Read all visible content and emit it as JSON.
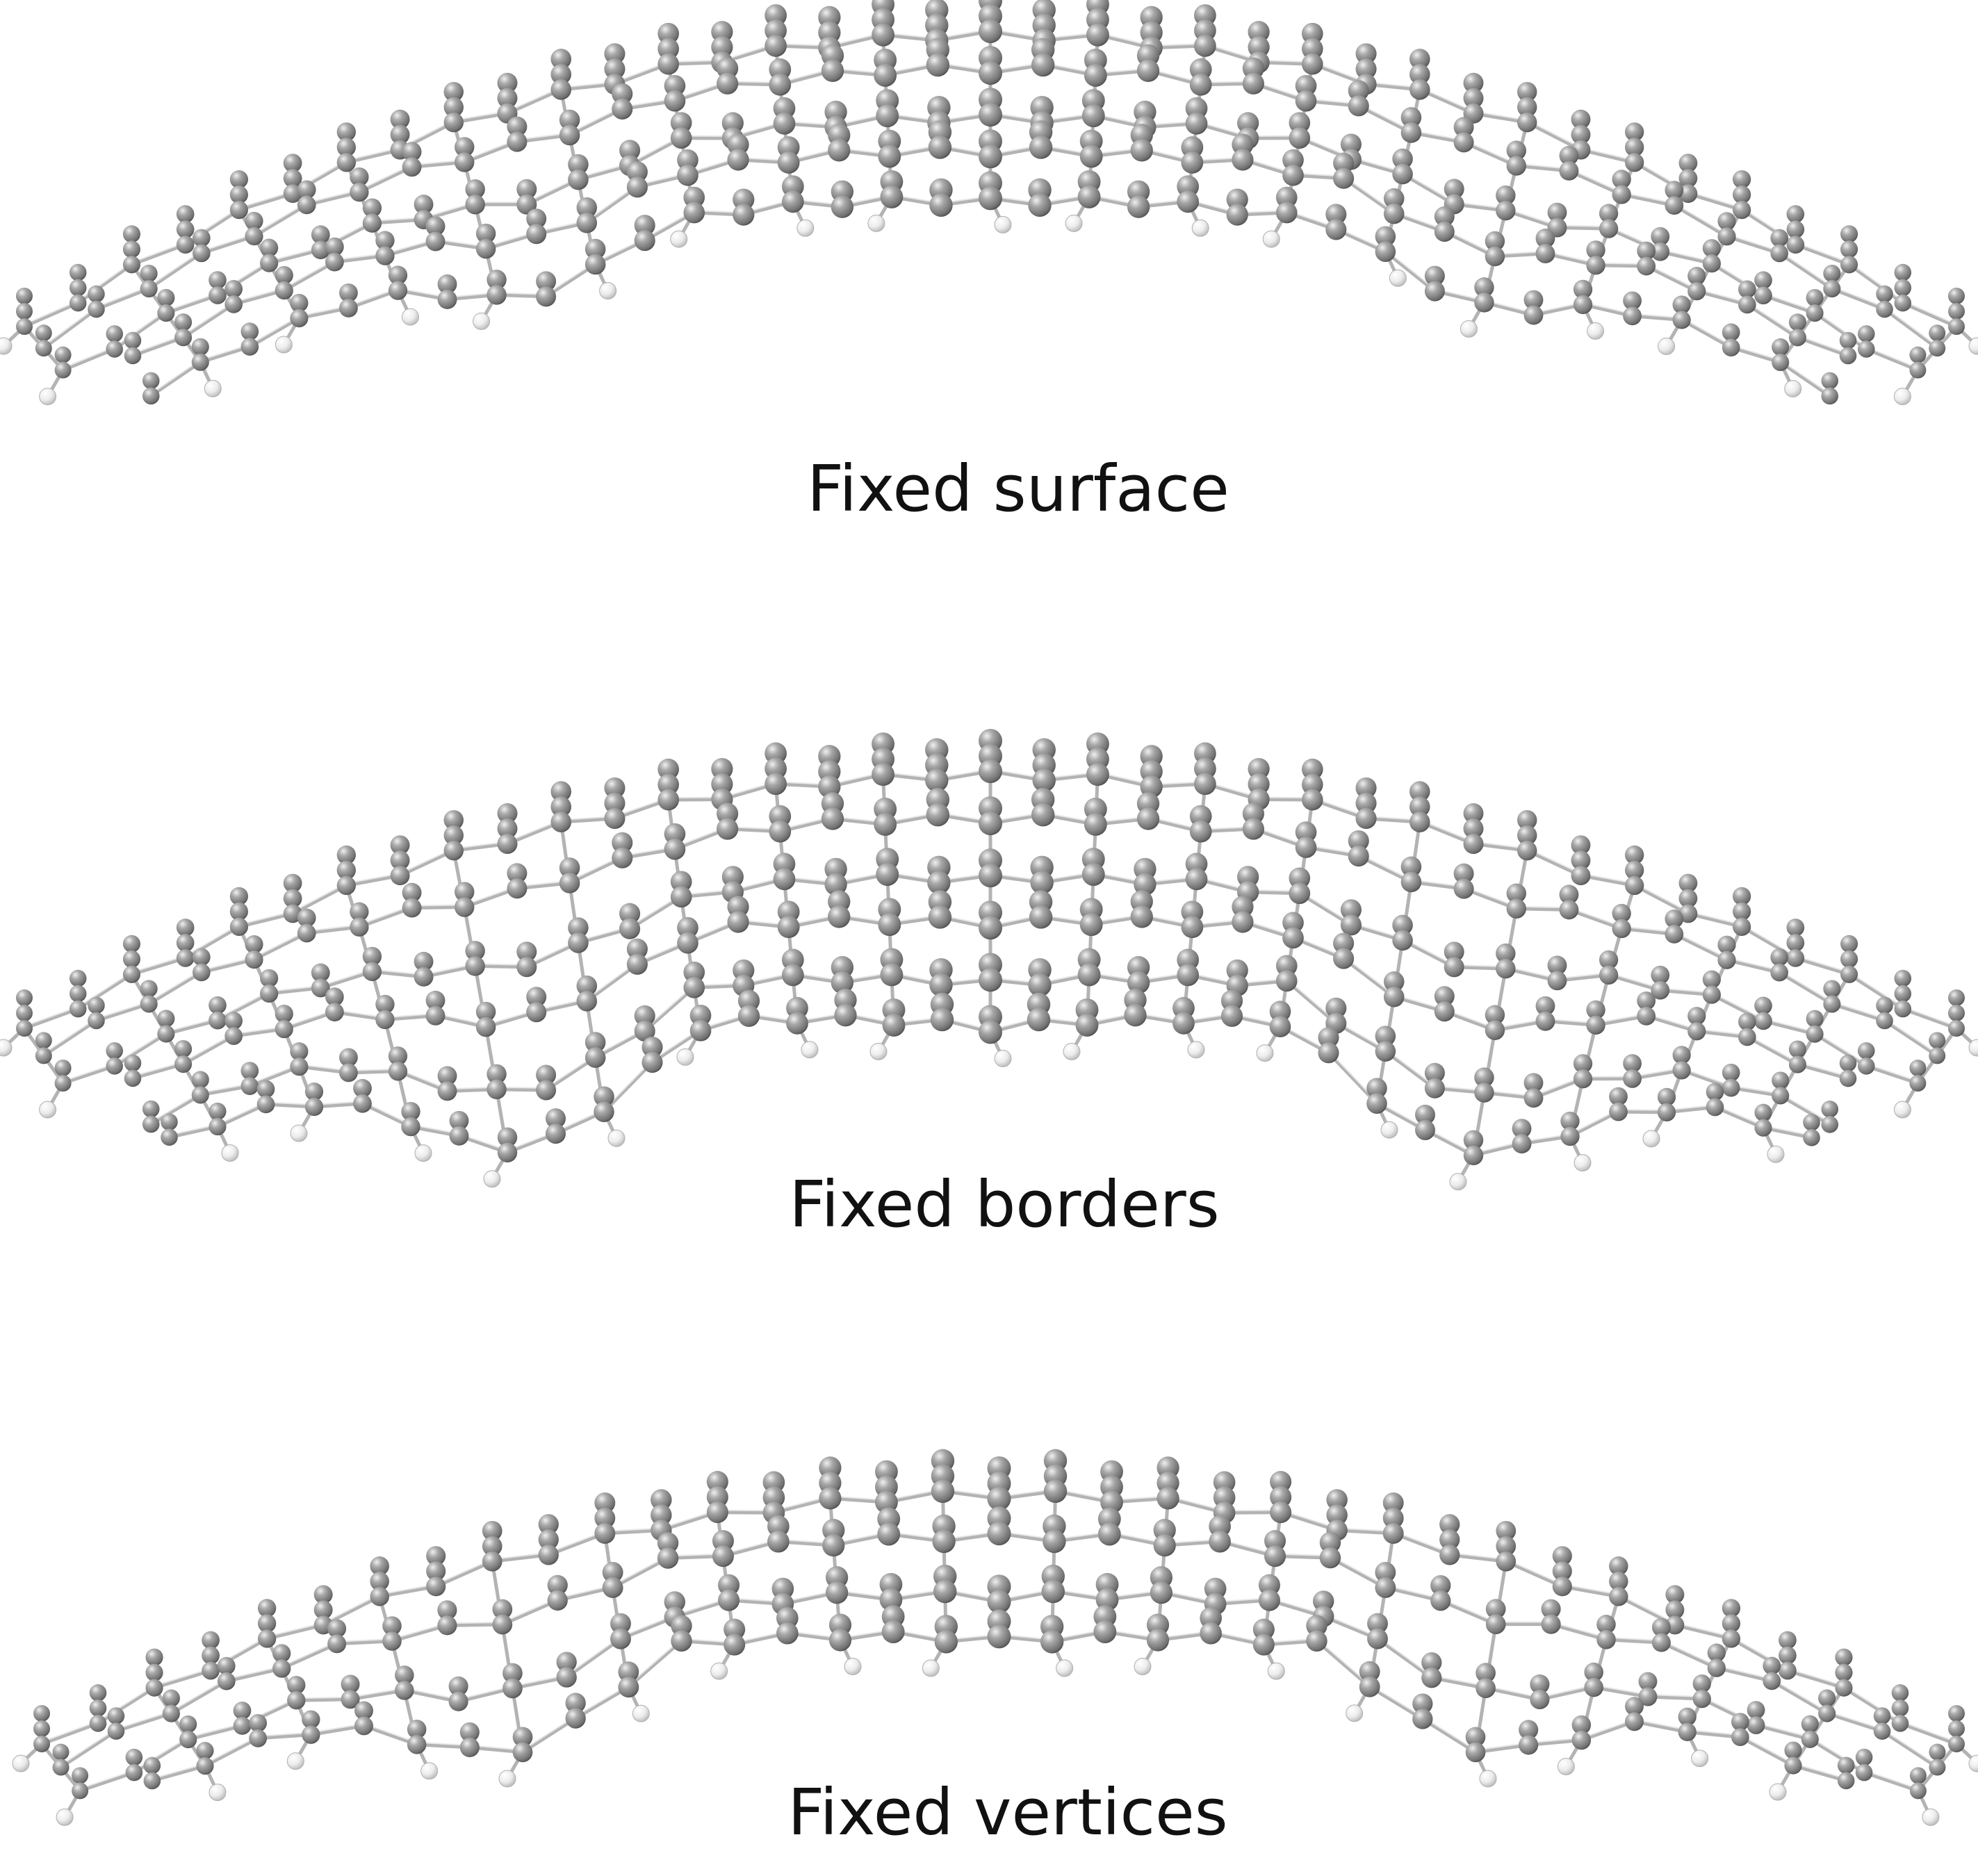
{
  "figure": {
    "panels": [
      {
        "label": "Fixed surface"
      },
      {
        "label": "Fixed borders"
      },
      {
        "label": "Fixed vertices"
      }
    ]
  },
  "atoms": {
    "carbon": {
      "element": "C",
      "color": "#8a8a8a"
    },
    "hydrogen": {
      "element": "H",
      "color": "#f2f2f2"
    }
  }
}
